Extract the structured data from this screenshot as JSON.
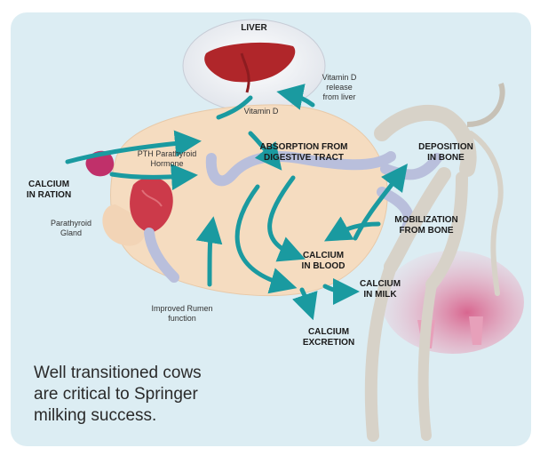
{
  "labels": {
    "liver": "LIVER",
    "vitamin_d_release": "Vitamin D\nrelease\nfrom liver",
    "vitamin_d": "Vitamin D",
    "pth_hormone": "PTH Parathyroid\nHormone",
    "absorption": "ABSORPTION FROM\nDIGESTIVE TRACT",
    "deposition": "DEPOSITION\nIN BONE",
    "calcium_in_ration": "CALCIUM\nIN RATION",
    "parathyroid_gland": "Parathyroid\nGland",
    "mobilization": "MOBILIZATION\nFROM BONE",
    "calcium_in_blood": "CALCIUM\nIN BLOOD",
    "calcium_in_milk": "CALCIUM\nIN MILK",
    "improved_rumen": "Improved Rumen\nfunction",
    "calcium_excretion": "CALCIUM\nEXCRETION"
  },
  "caption": "Well transitioned cows\nare critical to Springer\nmilking success.",
  "colors": {
    "background": "#dcedf3",
    "arrow": "#1a9aa0",
    "rumen": "#f5dcc0",
    "liver": "#b0262a",
    "intestine": "#b9bfdc",
    "bone": "#d7d2c8",
    "udder": "#e08aa8"
  }
}
